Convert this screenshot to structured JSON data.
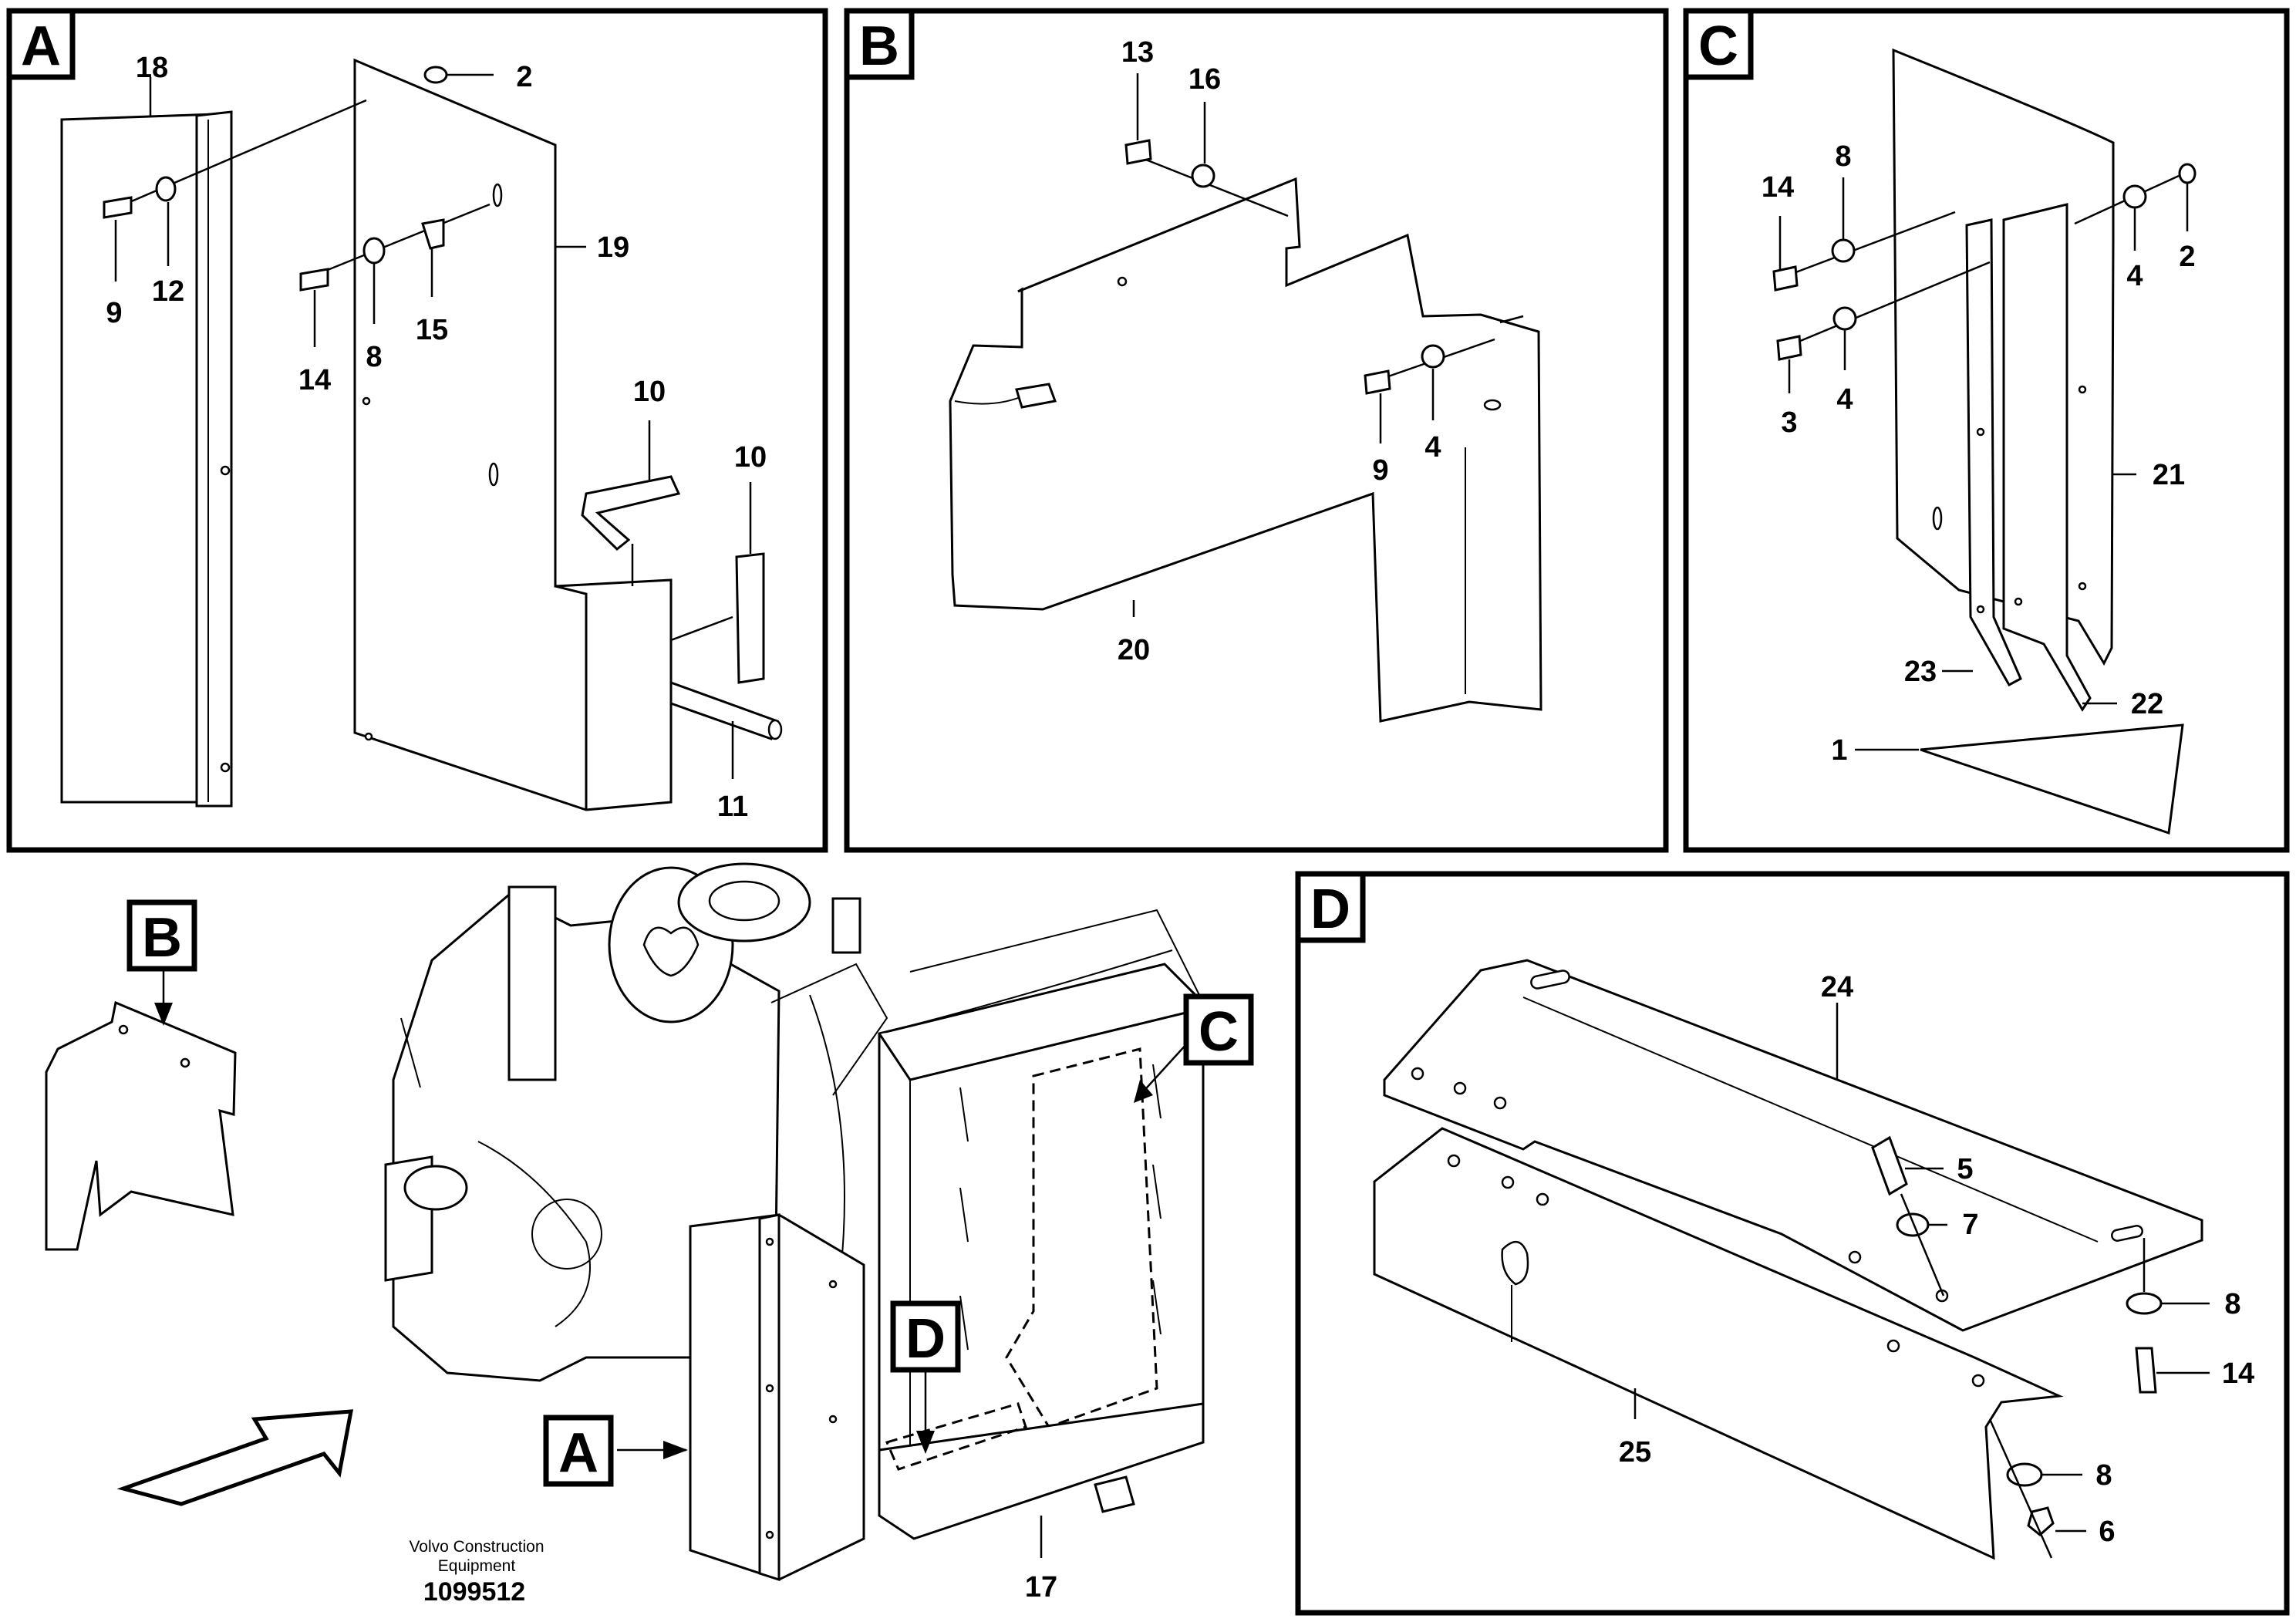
{
  "panels": {
    "A": {
      "tag": "A",
      "callouts": [
        "18",
        "2",
        "19",
        "9",
        "12",
        "14",
        "8",
        "15",
        "10",
        "10",
        "11"
      ]
    },
    "B": {
      "tag": "B",
      "callouts": [
        "13",
        "16",
        "9",
        "4",
        "20"
      ]
    },
    "C": {
      "tag": "C",
      "callouts": [
        "14",
        "8",
        "2",
        "4",
        "3",
        "4",
        "21",
        "23",
        "22",
        "1"
      ]
    },
    "D": {
      "tag": "D",
      "callouts": [
        "24",
        "5",
        "7",
        "8",
        "14",
        "25",
        "8",
        "6"
      ]
    }
  },
  "overview": {
    "tags": [
      "B",
      "C",
      "D",
      "A"
    ],
    "callouts": [
      "17"
    ]
  },
  "credit": {
    "line1": "Volvo Construction",
    "line2": "Equipment"
  },
  "document_number": "1099512"
}
